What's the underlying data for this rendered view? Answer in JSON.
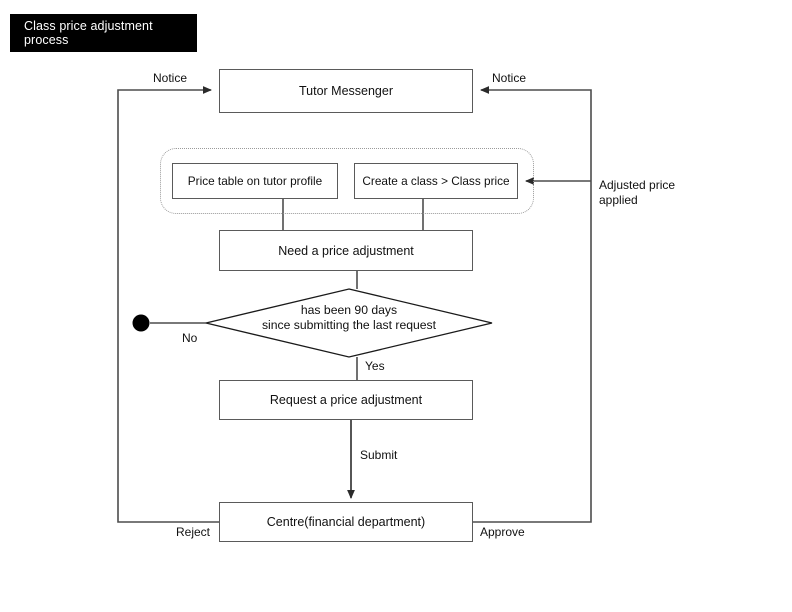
{
  "diagram": {
    "title": "Class price adjustment process",
    "type": "flowchart",
    "nodes": {
      "tutor_messenger": "Tutor Messenger",
      "price_table": "Price table on tutor profile",
      "create_class": "Create a class > Class price",
      "need_adjustment": "Need a price adjustment",
      "decision_line1": "has been 90 days",
      "decision_line2": "since submitting the last request",
      "request_adjustment": "Request a price adjustment",
      "centre": "Centre(financial department)"
    },
    "edge_labels": {
      "notice_left": "Notice",
      "notice_right": "Notice",
      "adjusted_price_applied": "Adjusted price applied",
      "no": "No",
      "yes": "Yes",
      "submit": "Submit",
      "reject": "Reject",
      "approve": "Approve"
    },
    "colors": {
      "banner_background": "#000000",
      "banner_text": "#ffffff",
      "node_border": "#5a5a5a",
      "connector": "#4d4d4d",
      "diamond_stroke": "#1a1a1a",
      "group_border": "#9a9a9a",
      "page_background": "#ffffff",
      "text": "#111111"
    }
  }
}
